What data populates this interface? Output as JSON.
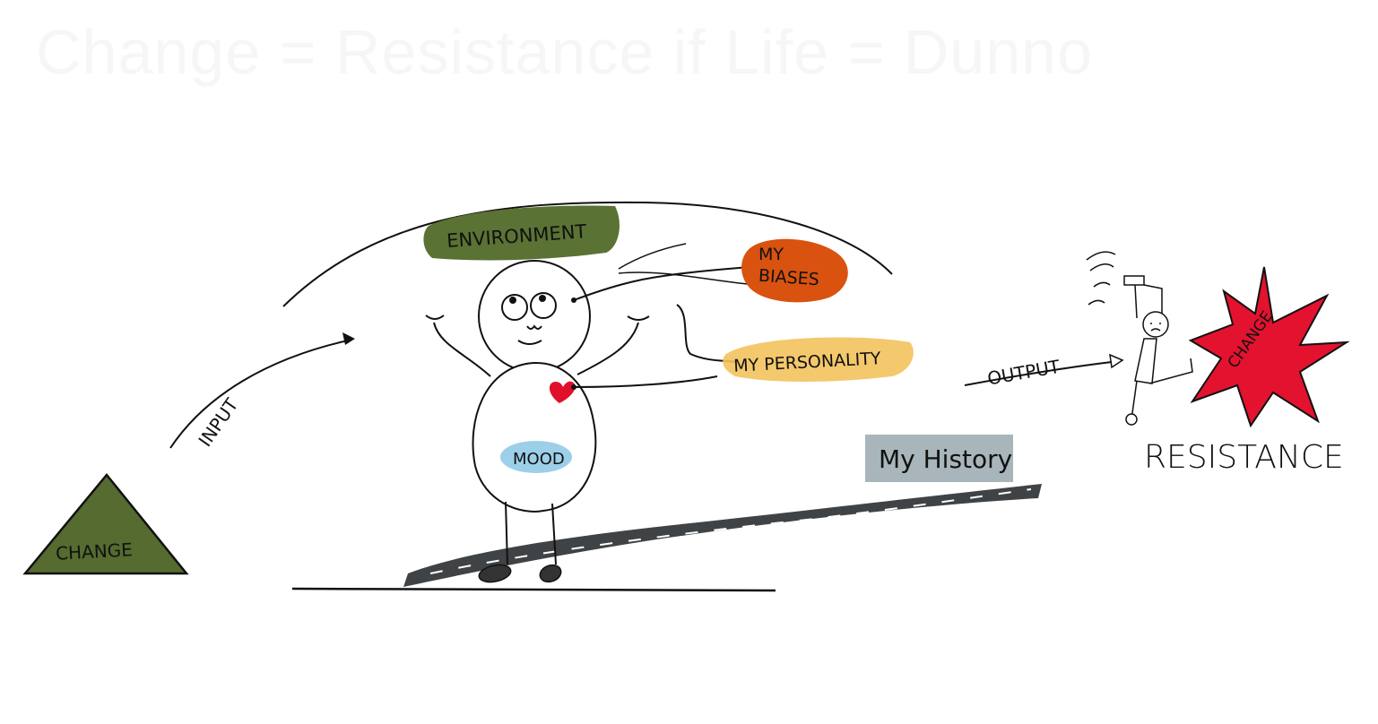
{
  "title": "Change = Resistance if Life = Dunno",
  "labels": {
    "change_left": "CHANGE",
    "input": "INPUT",
    "environment": "ENVIRONMENT",
    "biases_line1": "MY",
    "biases_line2": "BIASES",
    "personality": "MY PERSONALITY",
    "mood": "MOOD",
    "history": "My History",
    "output": "OUTPUT",
    "change_right": "CHANGE",
    "resistance": "RESISTANCE"
  },
  "colors": {
    "change_left": "#556b2f",
    "environment": "#5a7233",
    "biases": "#d9520f",
    "personality": "#f3c25c",
    "mood": "#9ccfe8",
    "history": "#a8b6bb",
    "road": "#3f4345",
    "heart": "#e0102a",
    "change_right": "#e3122f"
  }
}
